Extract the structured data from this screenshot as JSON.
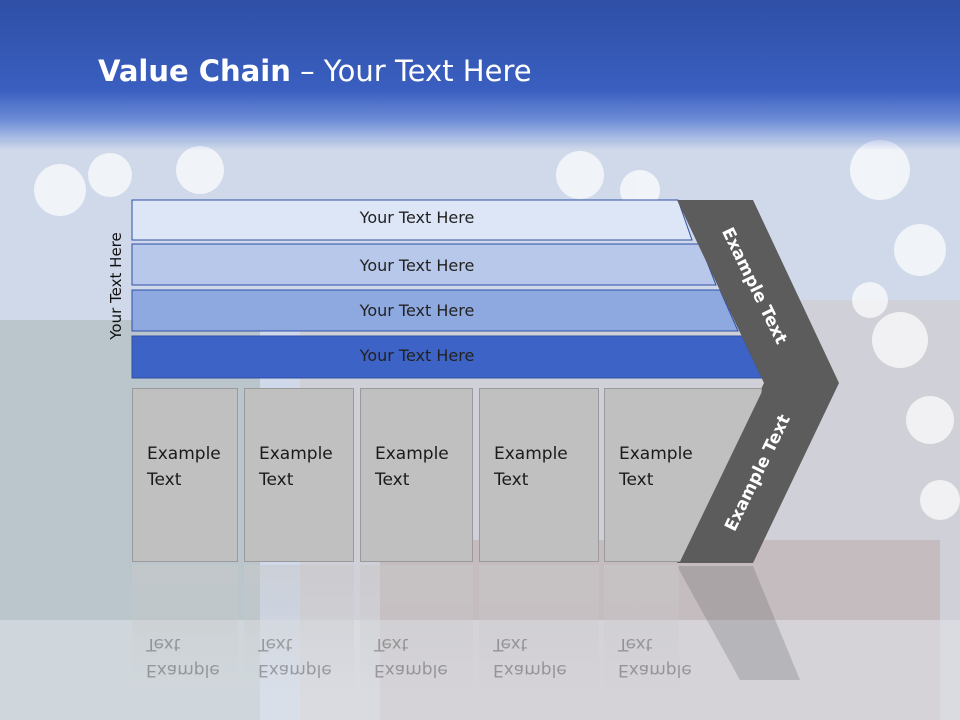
{
  "title": {
    "bold": "Value Chain",
    "rest": " – Your Text Here"
  },
  "vertical_label": "Your Text Here",
  "bands": [
    "Your Text Here",
    "Your Text Here",
    "Your Text Here",
    "Your Text Here"
  ],
  "activities": [
    "Example\nText",
    "Example\nText",
    "Example\nText",
    "Example\nText",
    "Example\nText"
  ],
  "arrow": {
    "upper": "Example Text",
    "lower": "Example Text"
  },
  "colors": {
    "header": "#3a5fc0",
    "band1": "#dde6f7",
    "band2": "#b7c8eb",
    "band3": "#8ea8e0",
    "band4": "#3e63c6",
    "box": "#c0c0c0",
    "arrow": "#5c5c5c"
  }
}
